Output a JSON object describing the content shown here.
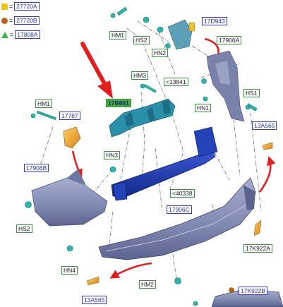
{
  "legend": [
    {
      "symbol": "square",
      "color": "#f2c418",
      "equals": "=",
      "code": "27720A"
    },
    {
      "symbol": "circle",
      "color": "#b8641c",
      "equals": "=",
      "code": "27720B"
    },
    {
      "symbol": "triangle",
      "color": "#3fb24a",
      "equals": "=",
      "code": "17808A"
    }
  ],
  "labels": {
    "hm1_top": "HM1",
    "hs2_top": "HS2",
    "hn2": "HN2",
    "p17d943": "17D943",
    "p17906a": "17906A",
    "hm3": "HM3",
    "p13841": "<13841",
    "hs1": "HS1",
    "hn1": "HN1",
    "p17b861": "17B861",
    "hm1_left": "HM1",
    "p17787": "17787",
    "p13a565_right": "13A565",
    "hn3": "HN3",
    "p17906b": "17906B",
    "p40338": "<40338",
    "p17906c": "17906C",
    "hs2_left": "HS2",
    "p17k922a": "17K922A",
    "hn4": "HN4",
    "hm2": "HM2",
    "p13a565_bottom": "13A565",
    "p17k922b": "17K922B"
  },
  "colors": {
    "label_border_blue": "#2e3fc9",
    "label_border_green": "#2f9a36",
    "highlight_fill": "#4faa3c",
    "pointer_arrow": "#e02020",
    "bumper_body": "#8a93b8",
    "reinforcement_beam": "#1f3bb0",
    "bracket": "#2a8fa8",
    "fastener": "#2fb5b0",
    "reflector": "#f0a020"
  }
}
